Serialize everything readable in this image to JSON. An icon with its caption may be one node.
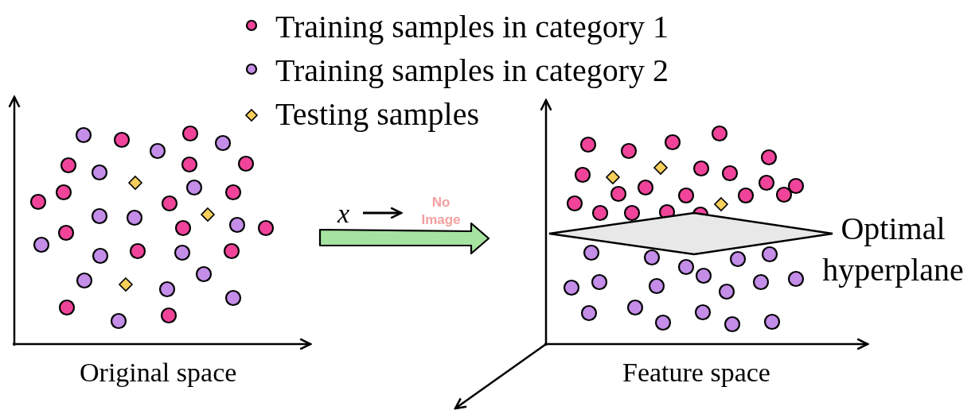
{
  "diagram": {
    "nodes": [
      {
        "text": [
          "Optimal hyperplane"
        ]
      }
    ],
    "labels": [
      "x",
      "No Image",
      "Original space",
      "Feature space"
    ],
    "legend": [
      {
        "text": "Training samples in category 1"
      },
      {
        "text": "Training samples in category 2"
      },
      {
        "text": "Testing samples"
      }
    ]
  }
}
